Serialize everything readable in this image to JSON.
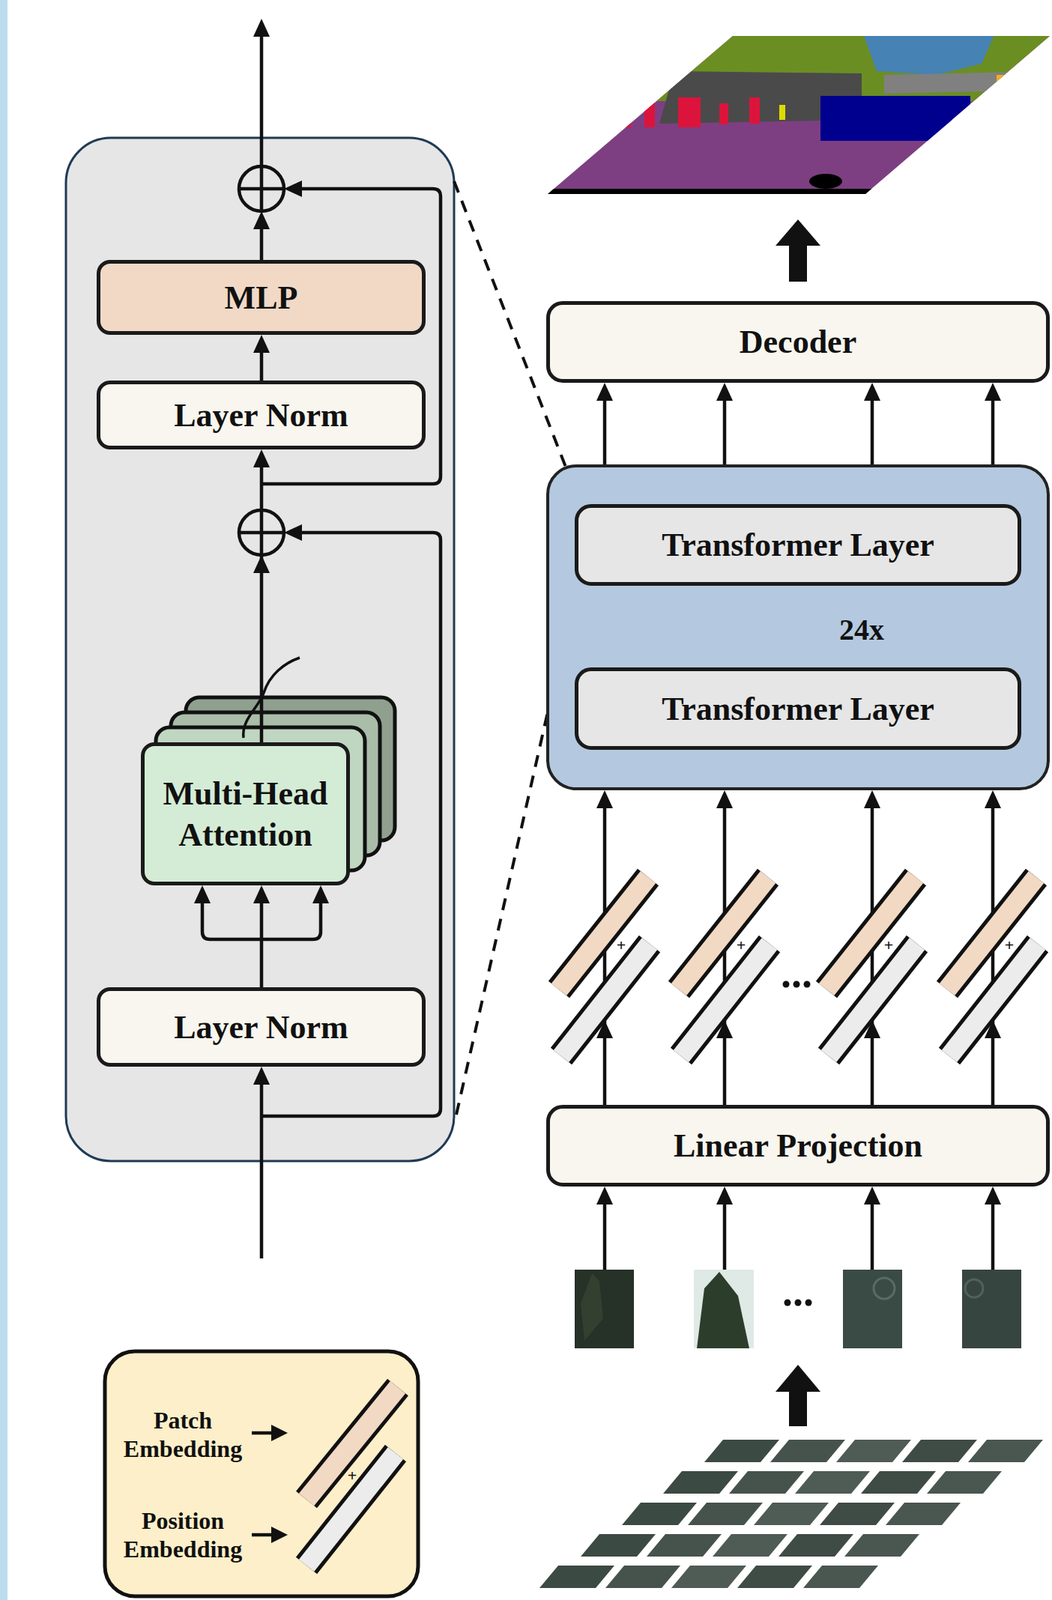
{
  "diagram": {
    "nodes": [
      {
        "text": [
          "MLP"
        ]
      },
      {
        "text": [
          "Layer Norm"
        ]
      },
      {
        "text": [
          "Multi-Head Attention"
        ]
      },
      {
        "text": [
          "Layer Norm"
        ]
      },
      {
        "text": [
          "Decoder"
        ]
      },
      {
        "text": [
          "24x"
        ]
      },
      {
        "text": [
          "Transformer Layer"
        ],
        "in": 5
      },
      {
        "text": [
          "Transformer Layer"
        ],
        "in": 5
      },
      {
        "text": [
          "Linear Projection"
        ]
      }
    ],
    "edges": [
      {
        "from": 3,
        "to": 2,
        "arrow": "to"
      },
      {
        "from": 2,
        "to": 1,
        "arrow": "to"
      },
      {
        "from": 1,
        "to": 0,
        "arrow": "to"
      },
      {
        "from": 8,
        "to": 5,
        "arrow": "to"
      },
      {
        "from": 8,
        "to": 5,
        "arrow": "to"
      },
      {
        "from": 8,
        "to": 5,
        "arrow": "to"
      },
      {
        "from": 8,
        "to": 5,
        "arrow": "to"
      },
      {
        "from": 5,
        "to": 4,
        "arrow": "to"
      },
      {
        "from": 5,
        "to": 4,
        "arrow": "to"
      },
      {
        "from": 5,
        "to": 4,
        "arrow": "to"
      },
      {
        "from": 5,
        "to": 4,
        "arrow": "to"
      }
    ],
    "labels": [
      "+",
      "+",
      "+",
      "+",
      "+"
    ],
    "legend": [
      {
        "text": "Patch Embedding"
      },
      {
        "text": "Position Embedding"
      }
    ]
  }
}
